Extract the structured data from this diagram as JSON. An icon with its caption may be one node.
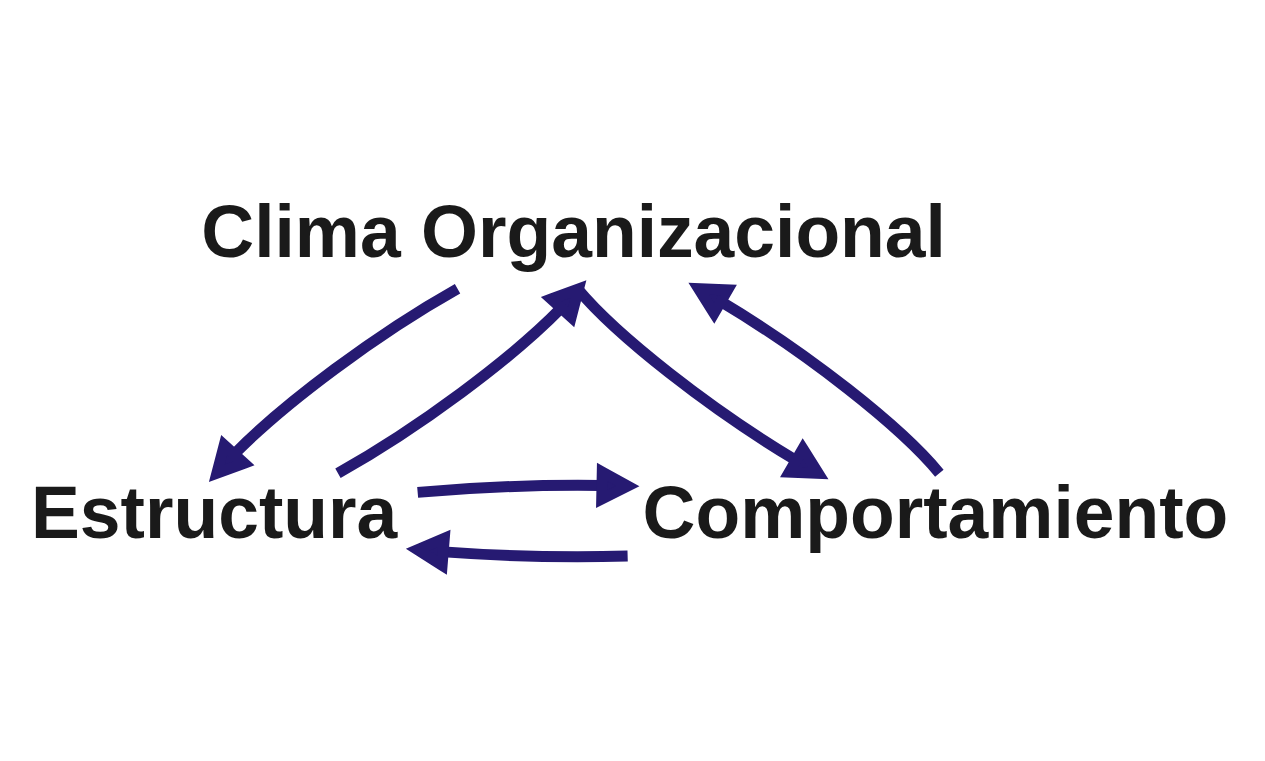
{
  "diagram": {
    "nodes": [
      {
        "text": [
          "Clima Organizacional"
        ]
      },
      {
        "text": [
          "Estructura"
        ]
      },
      {
        "text": [
          "Comportamiento"
        ]
      }
    ],
    "edges": [
      {
        "from": 1,
        "to": 0,
        "arrow": "to"
      },
      {
        "from": 0,
        "to": 1,
        "arrow": "to"
      },
      {
        "from": 0,
        "to": 2,
        "arrow": "to"
      },
      {
        "from": 2,
        "to": 0,
        "arrow": "to"
      },
      {
        "from": 2,
        "to": 1,
        "arrow": "to"
      },
      {
        "from": 1,
        "to": 2,
        "arrow": "to"
      }
    ]
  }
}
